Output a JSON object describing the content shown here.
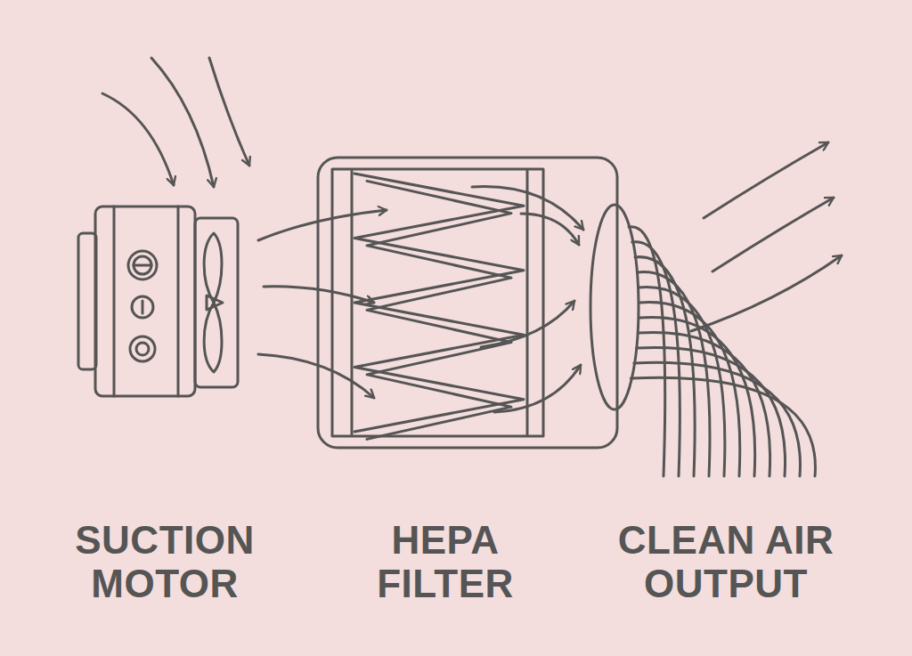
{
  "diagram": {
    "labels": [
      "SUCTION MOTOR",
      "HEPA FILTER",
      "CLEAN AIR OUTPUT"
    ]
  }
}
